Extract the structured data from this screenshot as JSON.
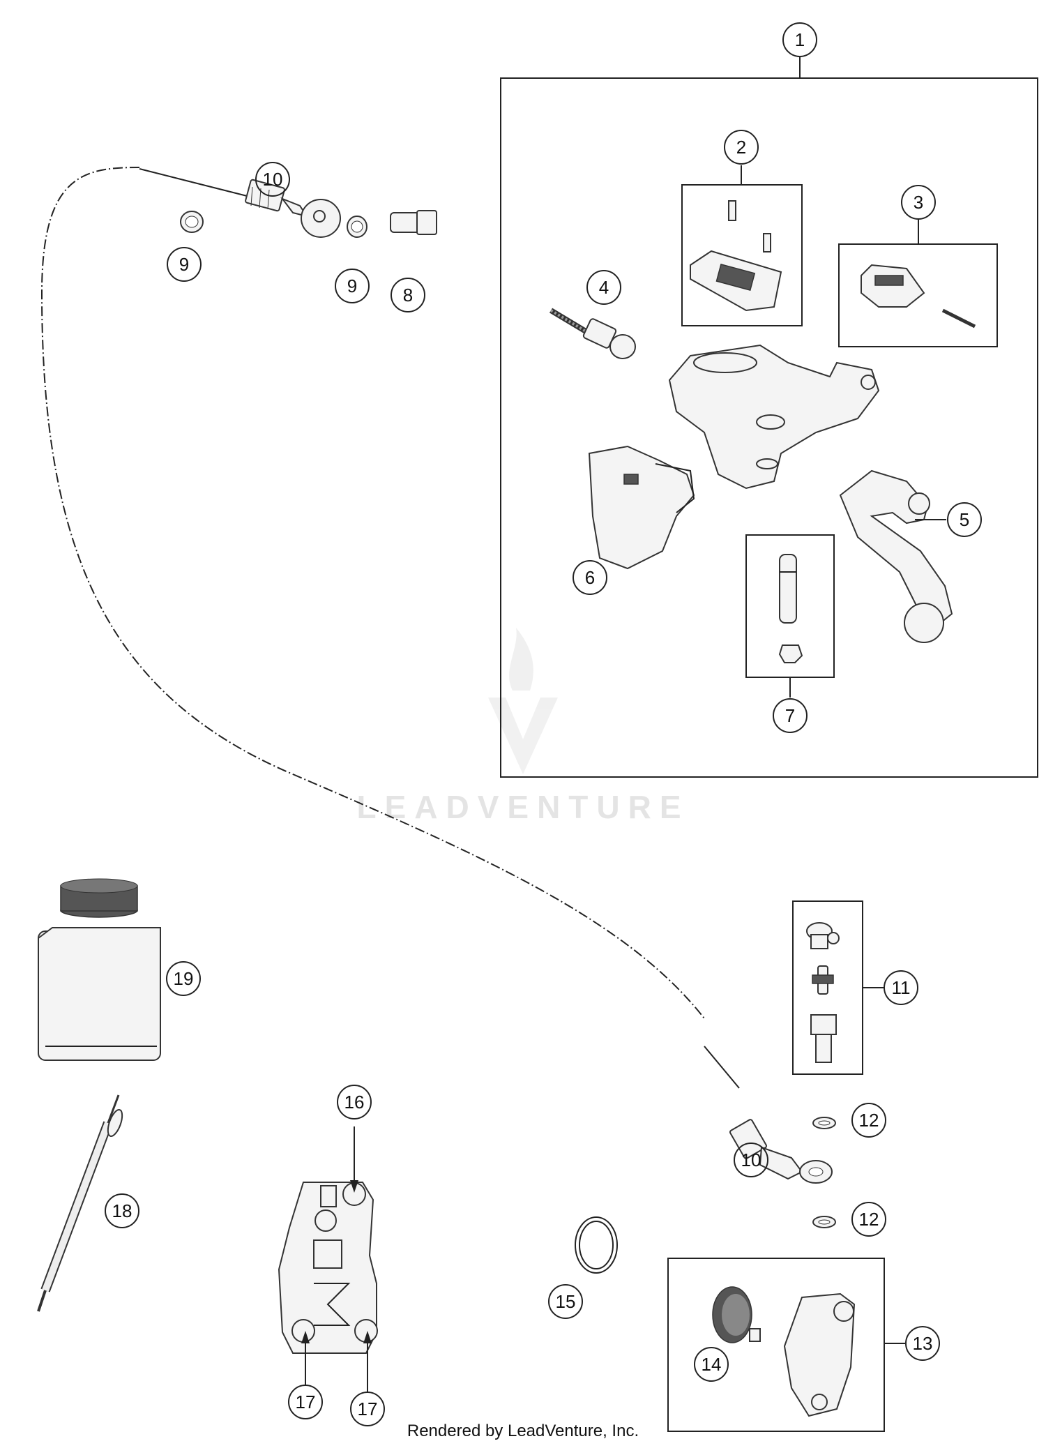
{
  "watermark": "LEADVENTURE",
  "footer": "Rendered by LeadVenture, Inc.",
  "callouts": {
    "c1": "1",
    "c2": "2",
    "c3": "3",
    "c4": "4",
    "c5": "5",
    "c6": "6",
    "c7": "7",
    "c8": "8",
    "c9a": "9",
    "c9b": "9",
    "c10a": "10",
    "c10b": "10",
    "c11": "11",
    "c12a": "12",
    "c12b": "12",
    "c13": "13",
    "c14": "14",
    "c15": "15",
    "c16": "16",
    "c17a": "17",
    "c17b": "17",
    "c18": "18",
    "c19": "19"
  }
}
